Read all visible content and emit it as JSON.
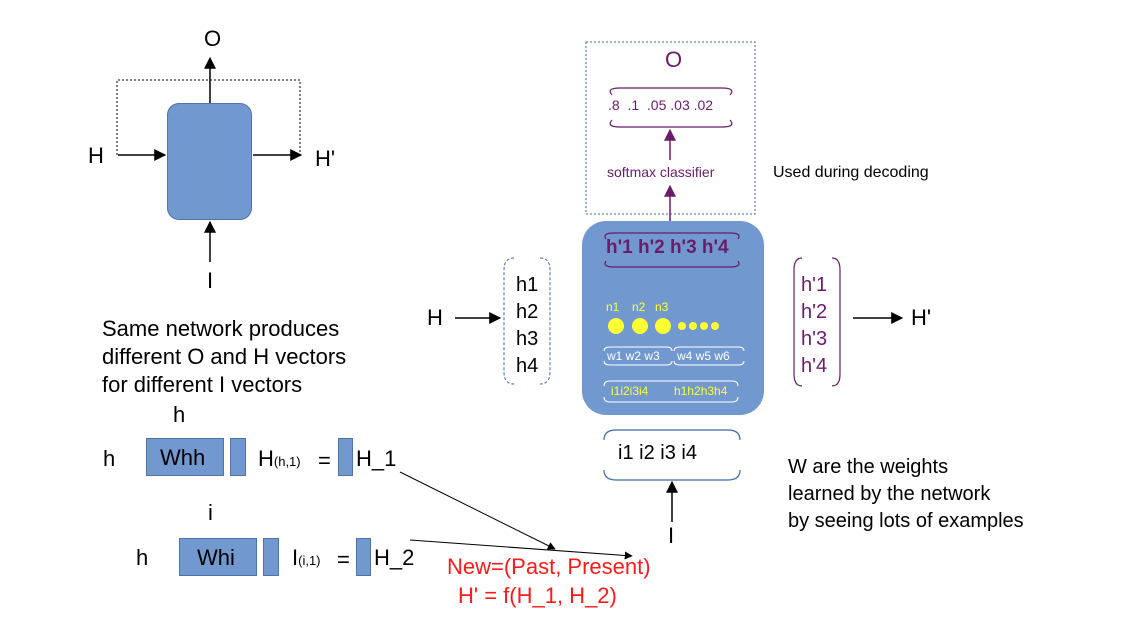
{
  "rnn_cell": {
    "output_label": "O",
    "input_h_label": "H",
    "output_h_label": "H'",
    "input_label": "I",
    "caption_lines": [
      "Same network produces",
      "different O and H vectors",
      "for different I vectors"
    ]
  },
  "weights_eq1": {
    "dim_top": "h",
    "dim_left": "h",
    "matrix": "Whh",
    "vector_main": "H",
    "vector_sub": "(h,1)",
    "equals": "=",
    "result": "H_1"
  },
  "weights_eq2": {
    "dim_top": "i",
    "dim_left": "h",
    "matrix": "Whi",
    "vector_main": "I",
    "vector_sub": "(i,1)",
    "equals": "=",
    "result": "H_2"
  },
  "combine": {
    "line1": "New=(Past, Present)",
    "line2": "H' = f(H_1, H_2)"
  },
  "decoder": {
    "output_label": "O",
    "probabilities": ".8  .1  .05 .03 .02",
    "classifier": "softmax classifier",
    "note": "Used during decoding"
  },
  "cell_detail": {
    "hidden_out": "h'1 h'2 h'3 h'4",
    "neuron_labels": [
      "n1",
      "n2",
      "n3"
    ],
    "weights_a": "w1 w2 w3",
    "weights_b": "w4 w5 w6",
    "inputs_a": "i1i2i3i4",
    "inputs_b": "h1h2h3h4"
  },
  "hidden_in": {
    "label": "H",
    "items": [
      "h1",
      "h2",
      "h3",
      "h4"
    ]
  },
  "hidden_out": {
    "label": "H'",
    "items": [
      "h'1",
      "h'2",
      "h'3",
      "h'4"
    ]
  },
  "input_vec": {
    "values": "i1 i2 i3 i4",
    "label": "I"
  },
  "weights_note": [
    "W are the weights",
    "learned by the network",
    "by seeing lots of examples"
  ],
  "colors": {
    "cell": "#7299cf",
    "purple": "#6a1b6a",
    "yellow": "#ffff33",
    "red": "#ff1a1a"
  }
}
